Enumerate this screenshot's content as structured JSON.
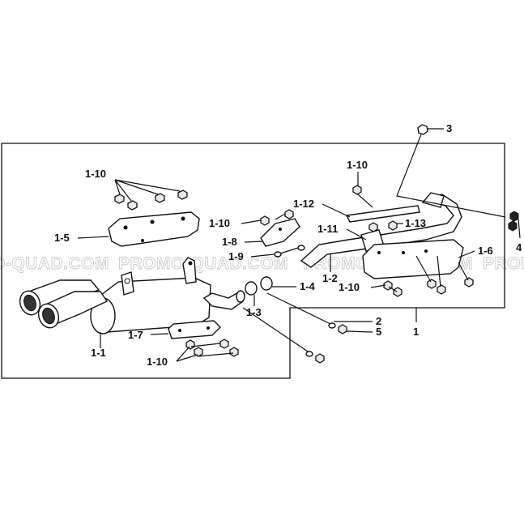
{
  "watermark": "PROMO-QUAD.COM",
  "callouts": [
    {
      "id": "c3",
      "text": "3"
    },
    {
      "id": "c1-10-a",
      "text": "1-10"
    },
    {
      "id": "c1-10-b",
      "text": "1-10"
    },
    {
      "id": "c1-12",
      "text": "1-12"
    },
    {
      "id": "c1-10-c",
      "text": "1-10"
    },
    {
      "id": "c1-11",
      "text": "1-11"
    },
    {
      "id": "c1-13",
      "text": "1-13"
    },
    {
      "id": "c1-5",
      "text": "1-5"
    },
    {
      "id": "c1-8",
      "text": "1-8"
    },
    {
      "id": "c1-9",
      "text": "1-9"
    },
    {
      "id": "c1-6",
      "text": "1-6"
    },
    {
      "id": "c4",
      "text": "4"
    },
    {
      "id": "c1-2",
      "text": "1-2"
    },
    {
      "id": "c1-4",
      "text": "1-4"
    },
    {
      "id": "c1-10-d",
      "text": "1-10"
    },
    {
      "id": "c1-3",
      "text": "1-3"
    },
    {
      "id": "c2",
      "text": "2"
    },
    {
      "id": "c5",
      "text": "5"
    },
    {
      "id": "c1",
      "text": "1"
    },
    {
      "id": "c1-7",
      "text": "1-7"
    },
    {
      "id": "c1-1",
      "text": "1-1"
    },
    {
      "id": "c1-10-e",
      "text": "1-10"
    }
  ]
}
